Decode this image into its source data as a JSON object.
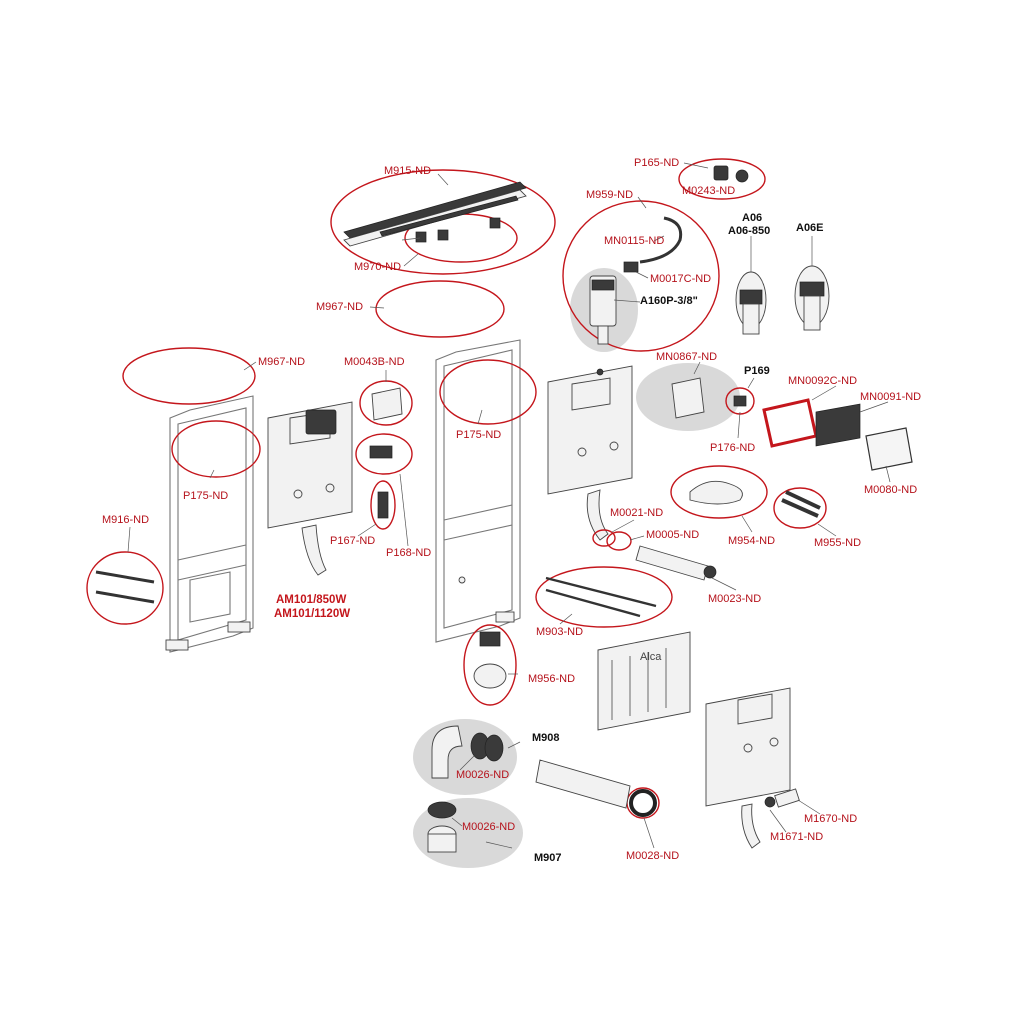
{
  "labels": {
    "m915": "M915-ND",
    "m970": "M970-ND",
    "p165": "P165-ND",
    "m0243": "M0243-ND",
    "m959": "M959-ND",
    "mn0115": "MN0115-ND",
    "m0017c": "M0017C-ND",
    "a160p": "A160P-3/8\"",
    "a06": "A06",
    "a06_850": "A06-850",
    "a06e": "A06E",
    "m967_top": "M967-ND",
    "m967_left": "M967-ND",
    "m0043b": "M0043B-ND",
    "mn0867": "MN0867-ND",
    "p169": "P169",
    "mn0092c": "MN0092C-ND",
    "mn0091": "MN0091-ND",
    "p175_left": "P175-ND",
    "p175_mid": "P175-ND",
    "p176": "P176-ND",
    "m0080": "M0080-ND",
    "m916": "M916-ND",
    "p167": "P167-ND",
    "p168": "P168-ND",
    "am101_850": "AM101/850W",
    "am101_1120": "AM101/1120W",
    "m0021": "M0021-ND",
    "m0005": "M0005-ND",
    "m954": "M954-ND",
    "m955": "M955-ND",
    "m0023": "M0023-ND",
    "m903": "M903-ND",
    "m956": "M956-ND",
    "m908": "M908",
    "m0026_a": "M0026-ND",
    "m0026_b": "M0026-ND",
    "m907": "M907",
    "m0028": "M0028-ND",
    "m1670": "M1670-ND",
    "m1671": "M1671-ND",
    "brand": "Alca"
  },
  "colors": {
    "label_red": "#b5121b",
    "ring_red": "#c4161c",
    "line_grey": "#777777",
    "blob_grey": "#d9d9d9"
  }
}
